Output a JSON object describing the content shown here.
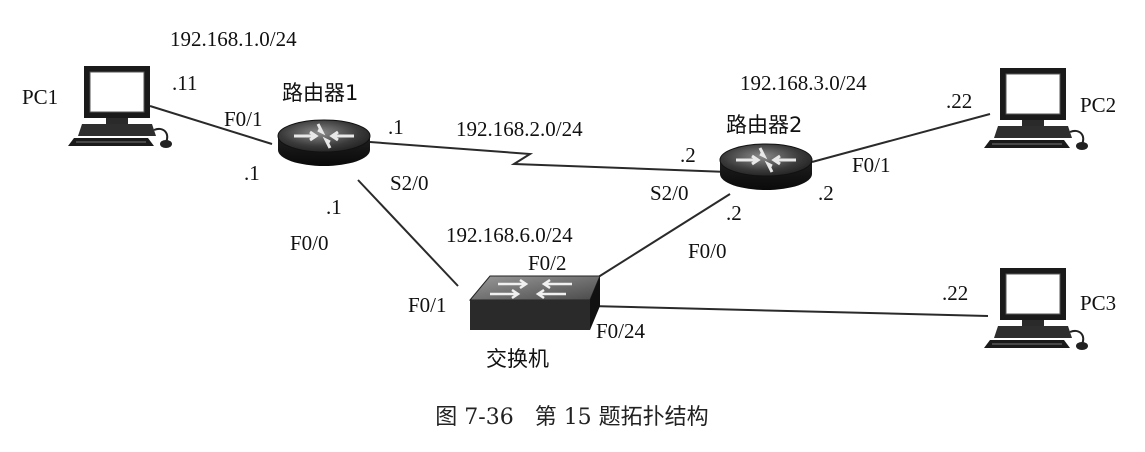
{
  "diagram": {
    "devices": {
      "pc1": "PC1",
      "pc2": "PC2",
      "pc3": "PC3",
      "router1": "路由器1",
      "router2": "路由器2",
      "switch": "交换机"
    },
    "networks": {
      "net1": "192.168.1.0/24",
      "net2": "192.168.2.0/24",
      "net3": "192.168.3.0/24",
      "net6": "192.168.6.0/24"
    },
    "interfaces": {
      "r1_f01": "F0/1",
      "r1_s20": "S2/0",
      "r1_f00": "F0/0",
      "r2_s20": "S2/0",
      "r2_f01": "F0/1",
      "r2_f00": "F0/0",
      "sw_f01": "F0/1",
      "sw_f02": "F0/2",
      "sw_f024": "F0/24"
    },
    "host_octets": {
      "pc1": ".11",
      "r1_f01": ".1",
      "r1_s20": ".1",
      "r1_f00": ".1",
      "r2_s20": ".2",
      "r2_f01": ".2",
      "r2_f00": ".2",
      "pc2": ".22",
      "pc3": ".22"
    },
    "caption": "图 7-36   第 15 题拓扑结构"
  }
}
